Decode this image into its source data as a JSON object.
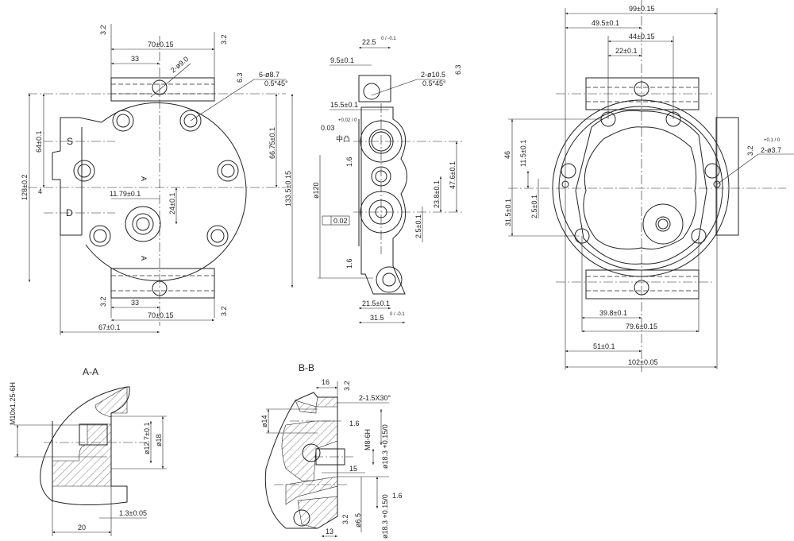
{
  "front_view": {
    "width_top": "70±0.15",
    "width_bottom": "70±0.15",
    "offset_top": "33",
    "offset_bottom": "33",
    "hole_2": "2-ø9.0",
    "hole_6": "6-ø8.7",
    "hole_6_chamfer": "0.5*45°",
    "rough_63": "6.3",
    "rough_tl": "3.2",
    "rough_tr": "3.2",
    "rough_bl": "3.2",
    "rough_br": "3.2",
    "h64": "64±0.1",
    "h128": "128±0.2",
    "h66": "66.75±0.1",
    "h133": "133.5±0.15",
    "x1179": "11.79±0.1",
    "v24": "24±0.1",
    "four": "4",
    "port_s": "S",
    "port_d": "D",
    "section_a1": "A",
    "section_a2": "A",
    "w67": "67±0.1"
  },
  "side_view": {
    "w225": "22.5",
    "w225_tol": "0 / -0.1",
    "w95": "9.5±0.1",
    "hole": "2-ø10.5",
    "hole_chamfer": "0.5*45°",
    "rough_63": "6.3",
    "w155": "15.5±0.1",
    "bulge": "0.03",
    "bulge_tol": "+0.02 / 0",
    "bulge_note": "中凸",
    "rough_1": "1.6",
    "rough_2": "1.6",
    "dia120": "ø120",
    "flatness": "0.02",
    "v476": "47.6±0.1",
    "v238": "23.8±0.1",
    "v25": "2.5±0.1",
    "w215": "21.5±0.1",
    "w315": "31.5",
    "w315_tol": "0 / -0.1"
  },
  "rear_view": {
    "w99": "99±0.15",
    "w495": "49.5±0.1",
    "w44": "44±0.15",
    "w22": "22±0.1",
    "v46": "46",
    "v115": "11.5±0.1",
    "v315": "31.5±0.1",
    "v25": "2.5±0.1",
    "pin_hole": "2-ø3.7",
    "pin_tol": "+0.1 / 0",
    "rough": "3.2",
    "w398": "39.8±0.1",
    "w796": "79.6±0.15",
    "w51": "51±0.1",
    "w102": "102±0.05"
  },
  "section_aa": {
    "title": "A-A",
    "thread": "M10x1.25-6H",
    "d127": "ø12.7±0.1",
    "d18": "ø18",
    "t13": "1.3±0.05",
    "l20": "20"
  },
  "section_bb": {
    "title": "B-B",
    "l16": "16",
    "rough_top": "3.2",
    "chamfer": "2-1.5X30°",
    "d14": "ø14",
    "rough_16a": "1.6",
    "thread": "M8-6H",
    "d183a": "ø18.3 +0.15/0",
    "l15": "15",
    "rough_16b": "1.6",
    "d65": "ø6.5",
    "rough_bot": "3.2",
    "d183b": "ø18.3 +0.15/0",
    "l13": "13"
  }
}
